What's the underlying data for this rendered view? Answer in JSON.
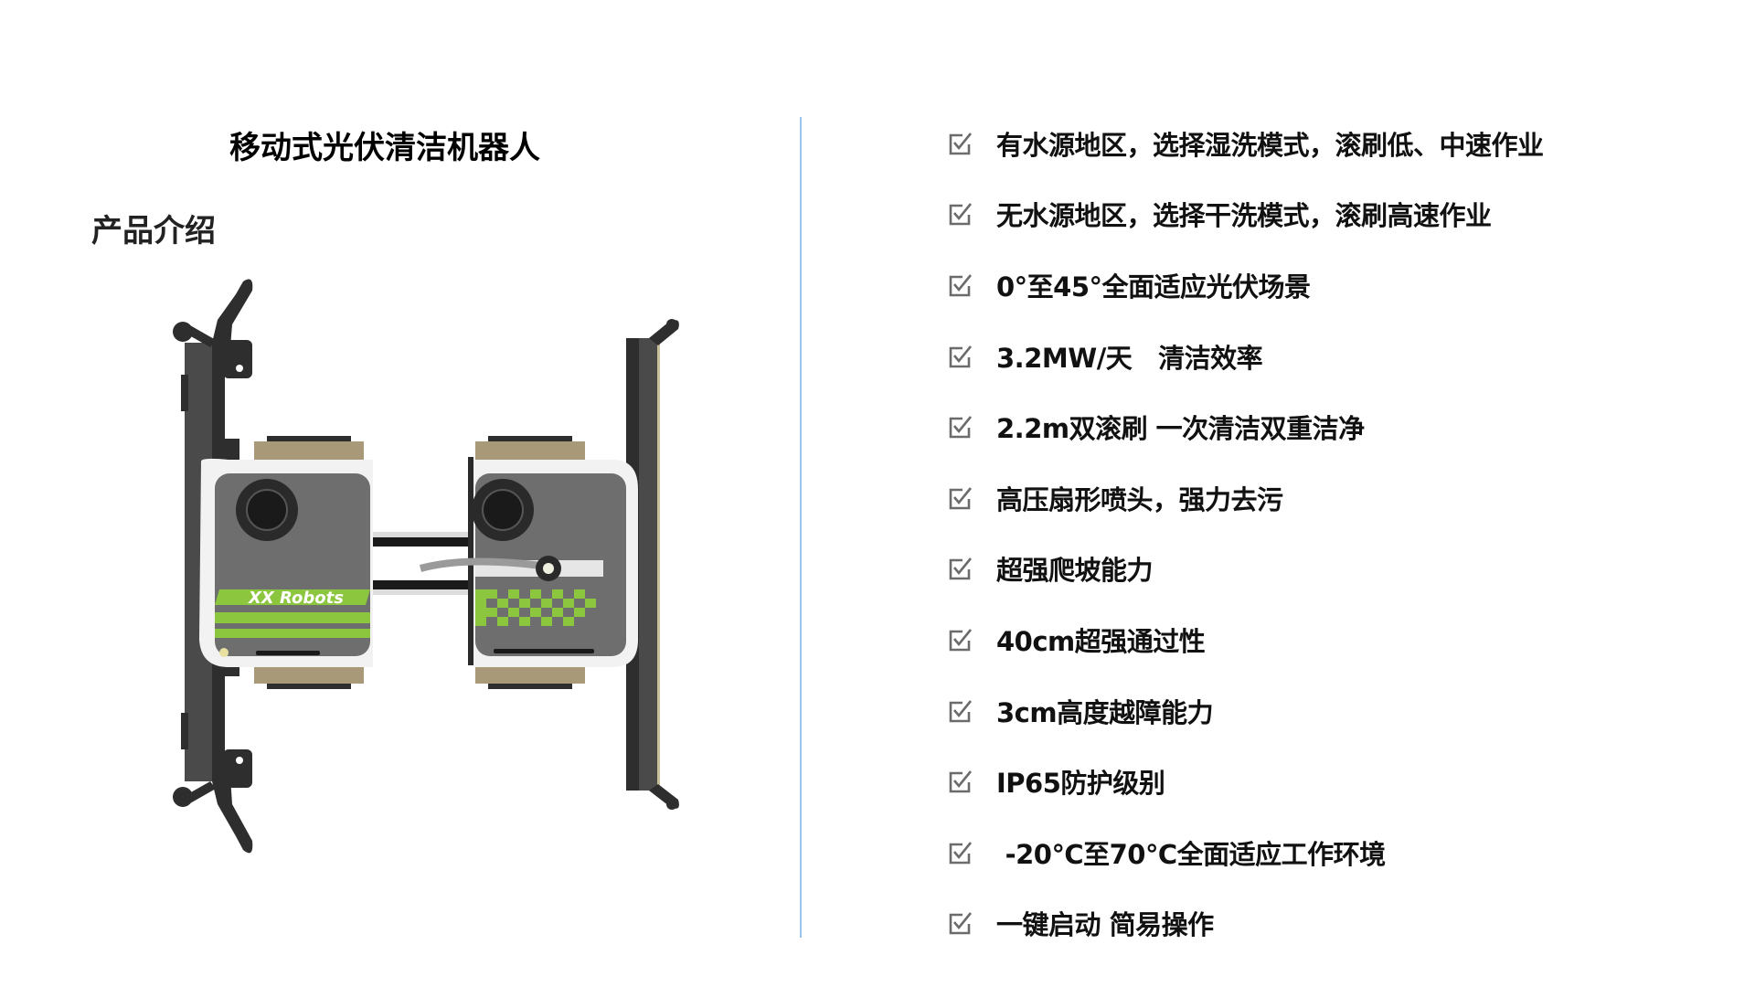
{
  "slide": {
    "title": "移动式光伏清洁机器人",
    "section_title": "产品介绍"
  },
  "product_image": {
    "alt": "移动式光伏清洁机器人 top view",
    "brand_label": "XX Robots",
    "colors": {
      "accent_green": "#8cc63f",
      "body_gray": "#6e6e6e",
      "shell_white": "#f2f2f2",
      "track_tan": "#a89a78",
      "frame_dark": "#2e2e2e"
    }
  },
  "divider": {
    "color": "#9cc4ee"
  },
  "features": {
    "icon": "checkbox-checked-icon",
    "icon_color": "#6b6b6b",
    "items": [
      {
        "text": "有水源地区，选择湿洗模式，滚刷低、中速作业"
      },
      {
        "text": "无水源地区，选择干洗模式，滚刷高速作业"
      },
      {
        "text": "0°至45°全面适应光伏场景"
      },
      {
        "text": "3.2MW/天   清洁效率"
      },
      {
        "text": "2.2m双滚刷 一次清洁双重洁净"
      },
      {
        "text": "高压扇形喷头，强力去污"
      },
      {
        "text": "超强爬坡能力"
      },
      {
        "text": "40cm超强通过性"
      },
      {
        "text": "3cm高度越障能力"
      },
      {
        "text": "IP65防护级别"
      },
      {
        "text": " -20℃至70℃全面适应工作环境"
      },
      {
        "text": "一键启动 简易操作"
      }
    ]
  }
}
